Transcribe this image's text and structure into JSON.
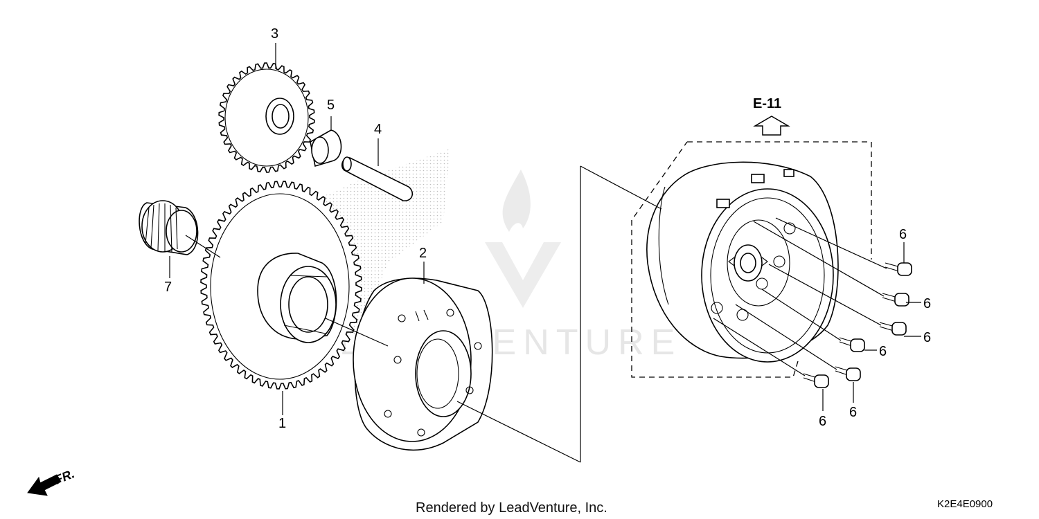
{
  "diagram": {
    "callouts": {
      "part1": "1",
      "part2": "2",
      "part3": "3",
      "part4": "4",
      "part5": "5",
      "part6": "6",
      "part7": "7"
    },
    "reference": {
      "label": "E-11",
      "icon": "up-arrow-icon"
    },
    "direction": {
      "label": "FR.",
      "icon": "front-direction-arrow-icon"
    },
    "watermark": {
      "text": "LEADVENTURE",
      "icon": "flame-v-logo"
    },
    "footer": {
      "credit": "Rendered by LeadVenture, Inc.",
      "diagram_code": "K2E4E0900"
    }
  }
}
